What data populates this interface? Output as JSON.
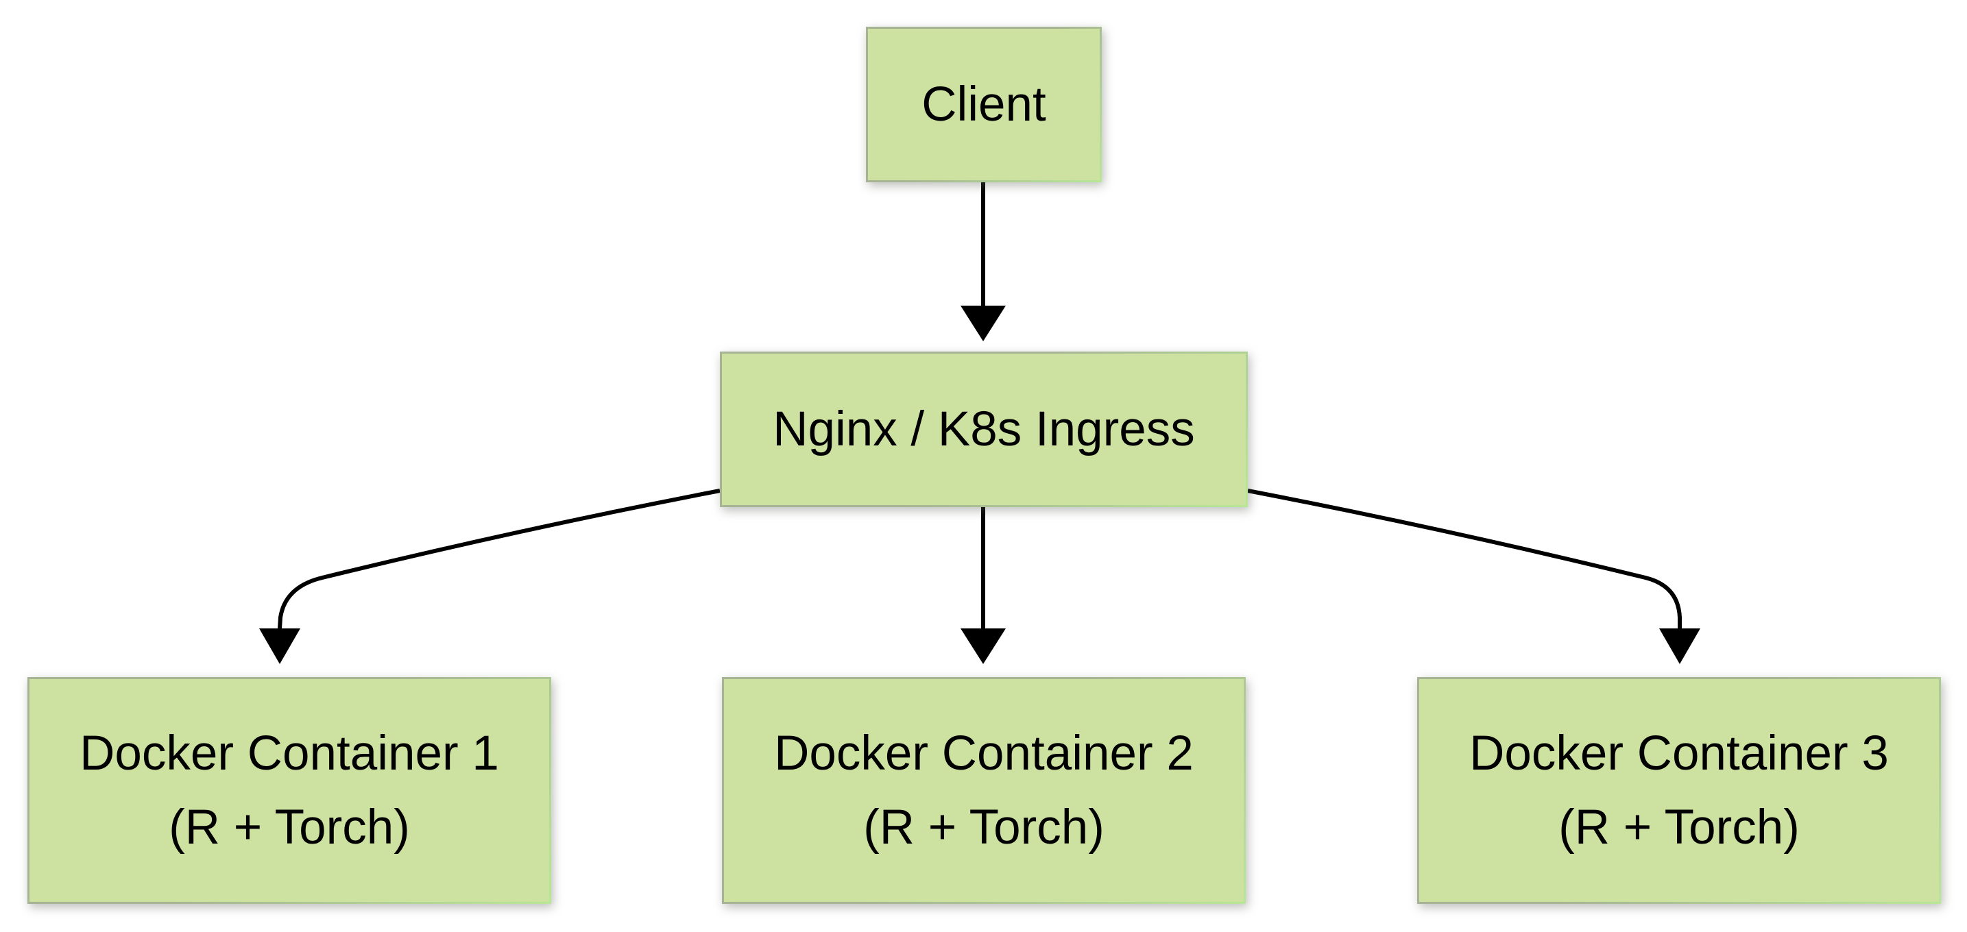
{
  "colors": {
    "background": "#ffffff",
    "node_fill": "#cde1a1",
    "node_border_dark": "#a6b394",
    "node_border_light": "#b7e795",
    "arrow": "#000000",
    "text": "#000000"
  },
  "diagram": {
    "nodes": {
      "client": {
        "label": "Client"
      },
      "ingress": {
        "label": "Nginx / K8s Ingress"
      },
      "docker1": {
        "line1": "Docker Container 1",
        "line2": "(R + Torch)"
      },
      "docker2": {
        "line1": "Docker Container 2",
        "line2": "(R + Torch)"
      },
      "docker3": {
        "line1": "Docker Container 3",
        "line2": "(R + Torch)"
      }
    },
    "edges": [
      {
        "from": "client",
        "to": "ingress"
      },
      {
        "from": "ingress",
        "to": "docker1"
      },
      {
        "from": "ingress",
        "to": "docker2"
      },
      {
        "from": "ingress",
        "to": "docker3"
      }
    ]
  }
}
